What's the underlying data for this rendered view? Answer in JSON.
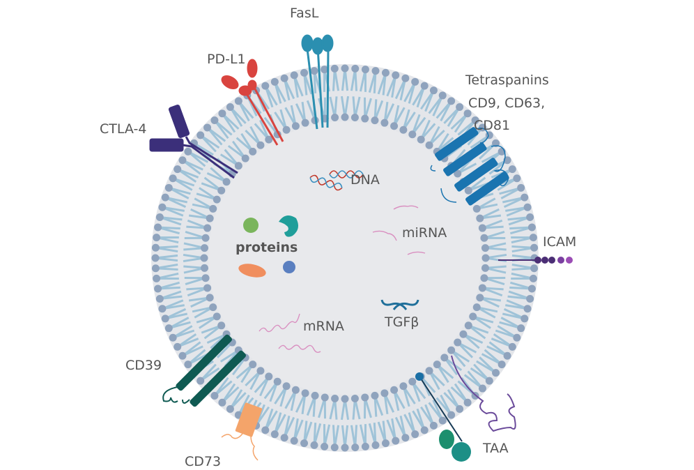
{
  "labels": {
    "fasl": "FasL",
    "pdl1": "PD-L1",
    "tetraspanins_1": "Tetraspanins",
    "tetraspanins_2": "CD9, CD63,",
    "tetraspanins_3": "CD81",
    "ctla4": "CTLA-4",
    "dna": "DNA",
    "mirna": "miRNA",
    "proteins": "proteins",
    "icam": "ICAM",
    "mrna": "mRNA",
    "tgfb": "TGFβ",
    "cd39": "CD39",
    "cd73": "CD73",
    "taa": "TAA"
  },
  "colors": {
    "lumen": "#e8e9ec",
    "lipid_head": "#8fa3bd",
    "lipid_tail": "#9fc3d8",
    "fasl": "#2b8fb0",
    "pdl1": "#d9443f",
    "ctla4": "#3b2f7a",
    "tetraspanin": "#1a74b0",
    "icam": "#4b2e75",
    "cd39": "#0f5a52",
    "cd73": "#f4a46a",
    "taa": "#1c8f86",
    "mirna": "#d98fc0",
    "tgfb": "#1f6f9a"
  }
}
